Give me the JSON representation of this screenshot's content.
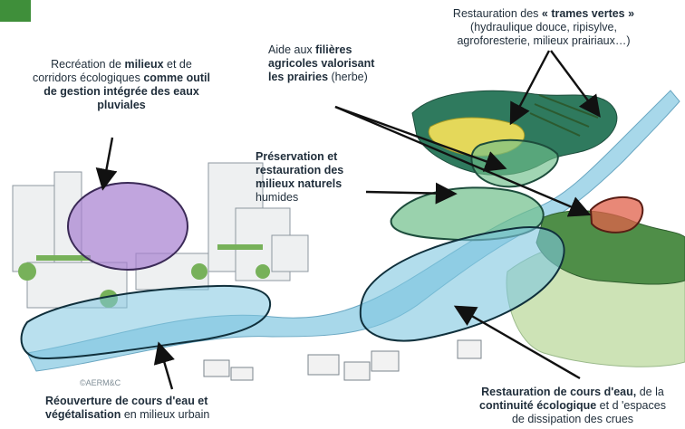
{
  "labels": {
    "trames": {
      "pre": "Restauration des ",
      "bold": "« trames vertes »",
      "line2": "(hydraulique douce, ripisylve,",
      "line3": "agroforesterie, milieux prairiaux…)"
    },
    "filieres": {
      "pre": "Aide aux ",
      "bold1": "filières",
      "bold2": "agricoles valorisant",
      "bold3": "les prairies",
      "post": " (herbe)"
    },
    "recreation": {
      "pre": "Recréation de ",
      "bold1": "milieux",
      "mid": " et de",
      "line2a": "corridors écologiques ",
      "bold2": "comme outil",
      "bold3": "de gestion intégrée des eaux",
      "bold4": "pluviales"
    },
    "preservation": {
      "bold1": "Préservation et",
      "bold2": "restauration des",
      "bold3": "milieux naturels",
      "line4": "humides"
    },
    "reouverture": {
      "bold1": "Réouverture de cours d'eau et",
      "bold2": "végétalisation",
      "post": " en milieux urbain"
    },
    "restauration": {
      "bold1": "Restauration de cours d'eau,",
      "mid1": " de la",
      "bold2": "continuité écologique",
      "mid2": " et d 'espaces",
      "line3": "de dissipation des crues"
    }
  },
  "copyright": "©AERM&C",
  "colors": {
    "purple_zone": "#a77fd0",
    "green_zone": "#6fbf8a",
    "blue_zone": "#7fc6e0",
    "red_zone": "#e0604a",
    "river": "#9fd3e6",
    "forest": "#3e7d43",
    "field": "#e3d85c"
  }
}
